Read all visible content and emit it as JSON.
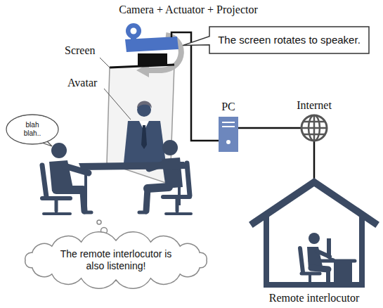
{
  "diagram": {
    "nodes": [
      {
        "text": [
          "Camera + Actuator + Projector"
        ]
      },
      {
        "text": [
          "The screen rotates to speaker."
        ]
      },
      {
        "text": [
          "PC"
        ]
      },
      {
        "text": [
          "Internet"
        ]
      },
      {
        "text": [
          "Remote interlocutor"
        ]
      },
      {
        "text": [
          "blah blah.."
        ]
      },
      {
        "text": [
          "The remote interlocutor is also listening!"
        ]
      }
    ],
    "edges": [
      {
        "from": 0,
        "to": 2,
        "arrow": "none"
      },
      {
        "from": 2,
        "to": 3,
        "arrow": "none"
      },
      {
        "from": 3,
        "to": 4,
        "arrow": "none"
      }
    ],
    "labels": [
      "Screen",
      "Avatar"
    ]
  }
}
